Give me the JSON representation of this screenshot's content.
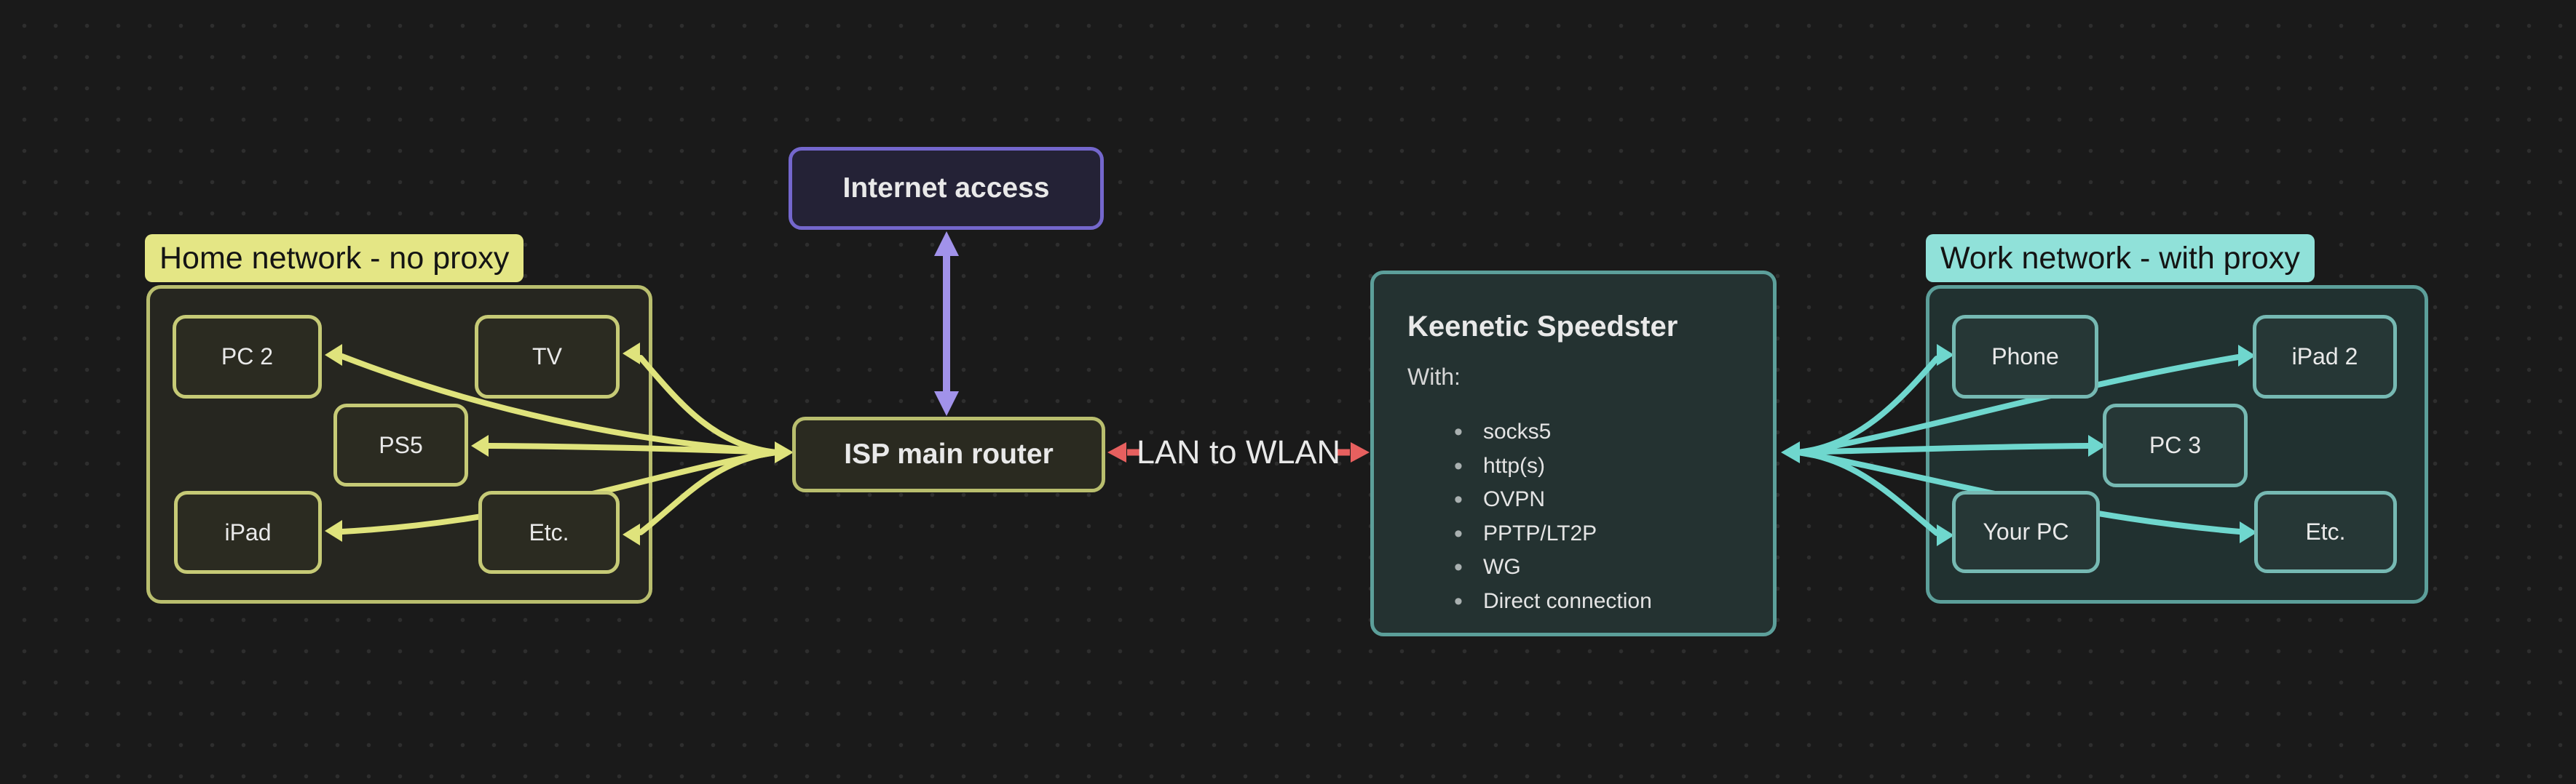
{
  "colors": {
    "bg": "#1a1a1a",
    "dot": "#2e2e2e",
    "yellow": "#dfe37c",
    "yellow-dim": "#b9be6e",
    "yellow-node-border": "#c6ca76",
    "home-fill": "#262620",
    "home-node-fill": "#2b2b21",
    "home-label-bg": "#e4e685",
    "purple": "#a192ea",
    "purple-border": "#7467cd",
    "internet-fill": "#242236",
    "isp-fill": "#2a2a20",
    "red": "#e7605f",
    "teal": "#6fd7ce",
    "teal-dim": "#5c9f9a",
    "teal-node-border": "#76b9b3",
    "work-fill": "#213130",
    "work-node-fill": "#263736",
    "keenetic-fill": "#243231",
    "work-label-bg": "#90e1d9",
    "text": "#e9e9e9",
    "text-dim": "#d6d6d6",
    "bullet": "#a9b0b0",
    "label-text": "#141414"
  },
  "home_network": {
    "label": "Home network - no proxy",
    "devices": [
      {
        "label": "PC 2"
      },
      {
        "label": "TV"
      },
      {
        "label": "PS5"
      },
      {
        "label": "iPad"
      },
      {
        "label": "Etc."
      }
    ]
  },
  "internet": {
    "label": "Internet access"
  },
  "isp": {
    "label": "ISP main router"
  },
  "link": {
    "label": "LAN to WLAN"
  },
  "keenetic": {
    "title": "Keenetic Speedster",
    "subtitle": "With:",
    "items": [
      "socks5",
      "http(s)",
      "OVPN",
      "PPTP/LT2P",
      "WG",
      "Direct connection"
    ]
  },
  "work_network": {
    "label": "Work network - with proxy",
    "devices": [
      {
        "label": "Phone"
      },
      {
        "label": "iPad 2"
      },
      {
        "label": "PC 3"
      },
      {
        "label": "Your PC"
      },
      {
        "label": "Etc."
      }
    ]
  }
}
